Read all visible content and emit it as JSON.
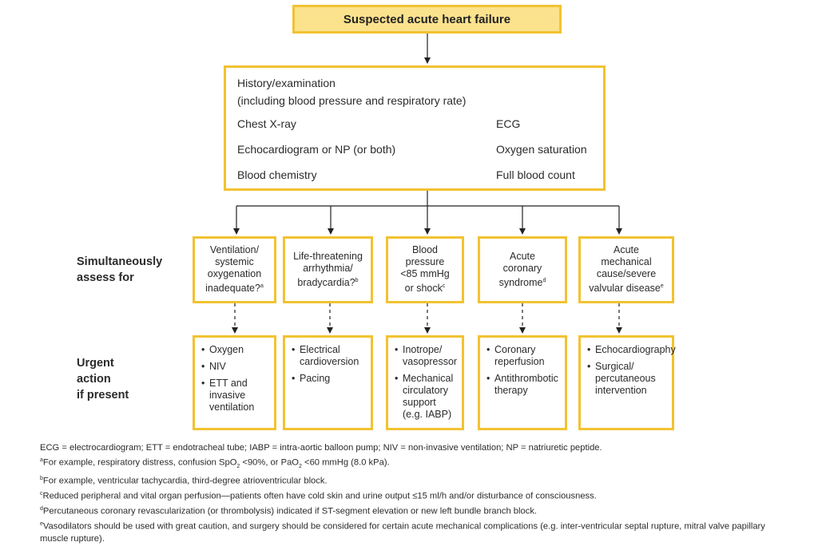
{
  "title": "Suspected acute heart failure",
  "workup": {
    "history_line1": "History/examination",
    "history_line2": "(including blood pressure and respiratory rate)",
    "left": [
      "Chest X-ray",
      "Echocardiogram or NP (or both)",
      "Blood chemistry"
    ],
    "right": [
      "ECG",
      "Oxygen saturation",
      "Full blood count"
    ]
  },
  "labels": {
    "assess": [
      "Simultaneously",
      "assess for"
    ],
    "urgent": [
      "Urgent",
      "action",
      "if present"
    ]
  },
  "columns": [
    {
      "assess_lines": [
        "Ventilation/",
        "systemic",
        "oxygenation",
        "inadequate?"
      ],
      "assess_sup": "a",
      "actions": [
        "Oxygen",
        "NIV",
        "ETT and invasive ventilation"
      ]
    },
    {
      "assess_lines": [
        "Life-threatening",
        "arrhythmia/",
        "bradycardia?"
      ],
      "assess_sup": "b",
      "actions": [
        "Electrical cardioversion",
        "Pacing"
      ]
    },
    {
      "assess_lines": [
        "Blood pressure",
        "<85 mmHg",
        "or shock"
      ],
      "assess_sup": "c",
      "actions": [
        "Inotrope/ vasopressor",
        "Mechanical circulatory support (e.g. IABP)"
      ]
    },
    {
      "assess_lines": [
        "Acute",
        "coronary",
        "syndrome"
      ],
      "assess_sup": "d",
      "actions": [
        "Coronary reperfusion",
        "Antithrombotic therapy"
      ]
    },
    {
      "assess_lines": [
        "Acute",
        "mechanical",
        "cause/severe",
        "valvular disease"
      ],
      "assess_sup": "e",
      "actions": [
        "Echocardiography",
        "Surgical/ percutaneous intervention"
      ]
    }
  ],
  "footnotes": {
    "abbrev": "ECG = electrocardiogram; ETT = endotracheal tube; IABP = intra-aortic balloon pump; NIV = non-invasive ventilation; NP = natriuretic peptide.",
    "a_pre": "For example, respiratory distress, confusion SpO",
    "a_sub1": "2",
    "a_mid": " <90%, or PaO",
    "a_sub2": "2",
    "a_post": " <60 mmHg (8.0 kPa).",
    "b": "For example, ventricular tachycardia, third-degree atrioventricular block.",
    "c": "Reduced peripheral and vital organ perfusion—patients often have cold skin and urine output ≤15 ml/h and/or disturbance of consciousness.",
    "d": "Percutaneous coronary revascularization (or thrombolysis) indicated if ST-segment elevation or new left bundle branch block.",
    "e": "Vasodilators should be used with great caution, and surgery should be considered for certain acute mechanical complications (e.g. inter-ventricular septal rupture, mitral valve papillary muscle rupture).",
    "marks": [
      "a",
      "b",
      "c",
      "d",
      "e"
    ]
  },
  "colors": {
    "border": "#f2c232",
    "title_fill": "#fbe28d",
    "text": "#2b2b2b"
  }
}
